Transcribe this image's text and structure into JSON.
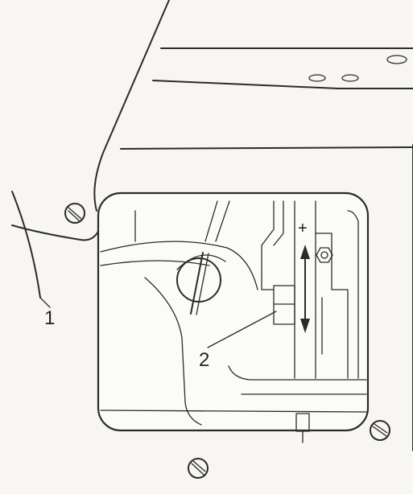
{
  "callouts": [
    {
      "id": "1",
      "text": "1"
    },
    {
      "id": "2",
      "text": "2"
    }
  ],
  "adjustment": {
    "plus_sign": "+"
  },
  "colors": {
    "ink": "#2b2b2b",
    "paper": "#f7f6f2",
    "window": "#fbfbf8"
  },
  "icons": [
    "slotted-screw-icon",
    "hex-nut-icon",
    "double-arrow-icon"
  ]
}
